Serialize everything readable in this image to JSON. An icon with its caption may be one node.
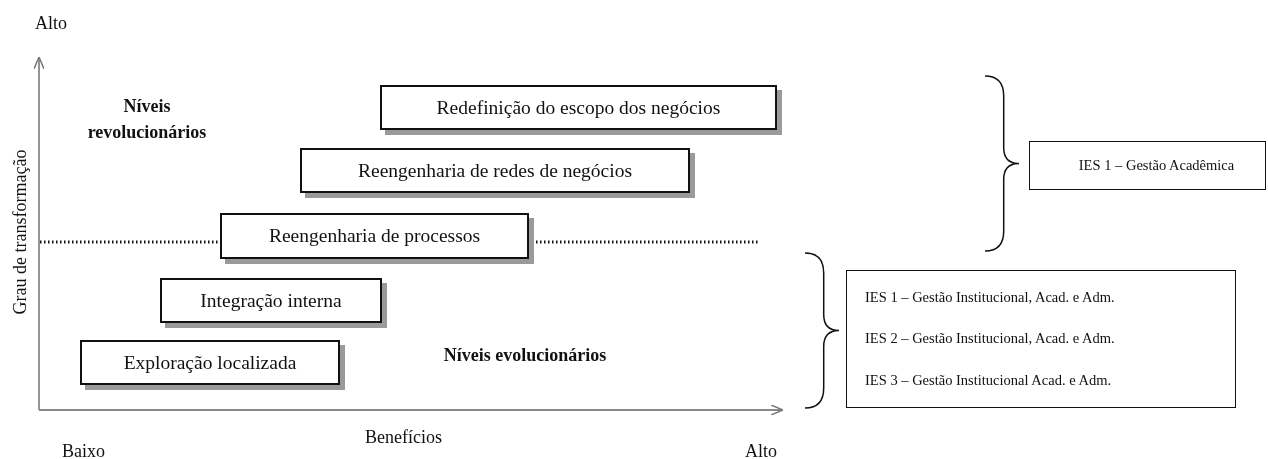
{
  "diagram": {
    "nodes": [
      {
        "text": [
          "Redefinição do escopo dos negócios"
        ]
      },
      {
        "text": [
          "Reengenharia de redes de negócios"
        ]
      },
      {
        "text": [
          "Reengenharia de processos"
        ]
      },
      {
        "text": [
          "Integração interna"
        ]
      },
      {
        "text": [
          "Exploração localizada"
        ]
      },
      {
        "text": [
          "IES 1 – Gestão Acadêmica"
        ]
      },
      {
        "text": [
          "IES 1 – Gestão Institucional, Acad. e Adm.",
          "IES 2 – Gestão Institucional, Acad. e Adm.",
          "IES 3 – Gestão Institucional Acad. e Adm."
        ]
      }
    ],
    "labels": [
      "Alto",
      "Níveis revolucionários",
      "Grau de transformação",
      "Níveis evolucionários",
      "Benefícios",
      "Baixo",
      "Alto"
    ]
  }
}
